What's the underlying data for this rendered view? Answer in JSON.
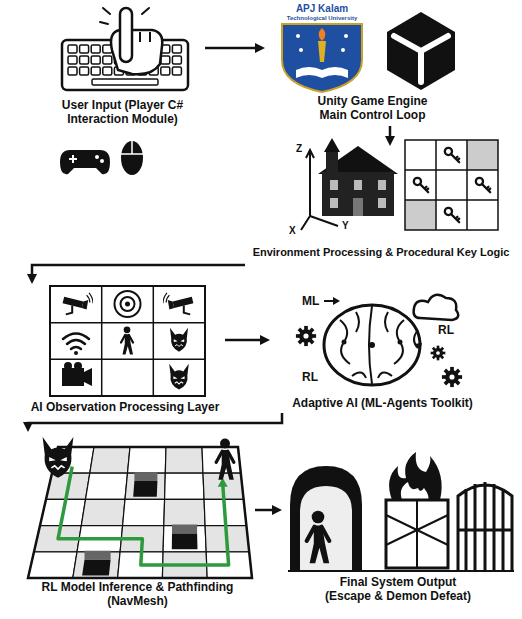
{
  "diagram": {
    "nodes": [
      {
        "text": [
          "User Input (Player C# Interaction Module)"
        ]
      },
      {
        "text": [
          "Unity Game Engine Main Control Loop"
        ]
      },
      {
        "text": [
          "Environment Processing & Procedural Key Logic"
        ]
      },
      {
        "text": [
          "AI Observation Processing Layer"
        ]
      },
      {
        "text": [
          "Adaptive AI (ML-Agents Toolkit)"
        ]
      },
      {
        "text": [
          "RL Model Inference & Pathfinding (NavMesh)"
        ]
      },
      {
        "text": [
          "Final System Output (Escape & Demon Defeat)"
        ]
      }
    ],
    "edges": [
      {
        "from": 0,
        "to": 1,
        "arrow": "to"
      },
      {
        "from": 1,
        "to": 2,
        "arrow": "to"
      },
      {
        "from": 2,
        "to": 3,
        "arrow": "to"
      },
      {
        "from": 3,
        "to": 4,
        "arrow": "to"
      },
      {
        "from": 4,
        "to": 5,
        "arrow": "to"
      },
      {
        "from": 5,
        "to": 6,
        "arrow": "to"
      }
    ],
    "labels": [
      "APJ Kalam",
      "Technological University",
      "Z",
      "X",
      "Y",
      "ML",
      "RL",
      "RL"
    ]
  }
}
